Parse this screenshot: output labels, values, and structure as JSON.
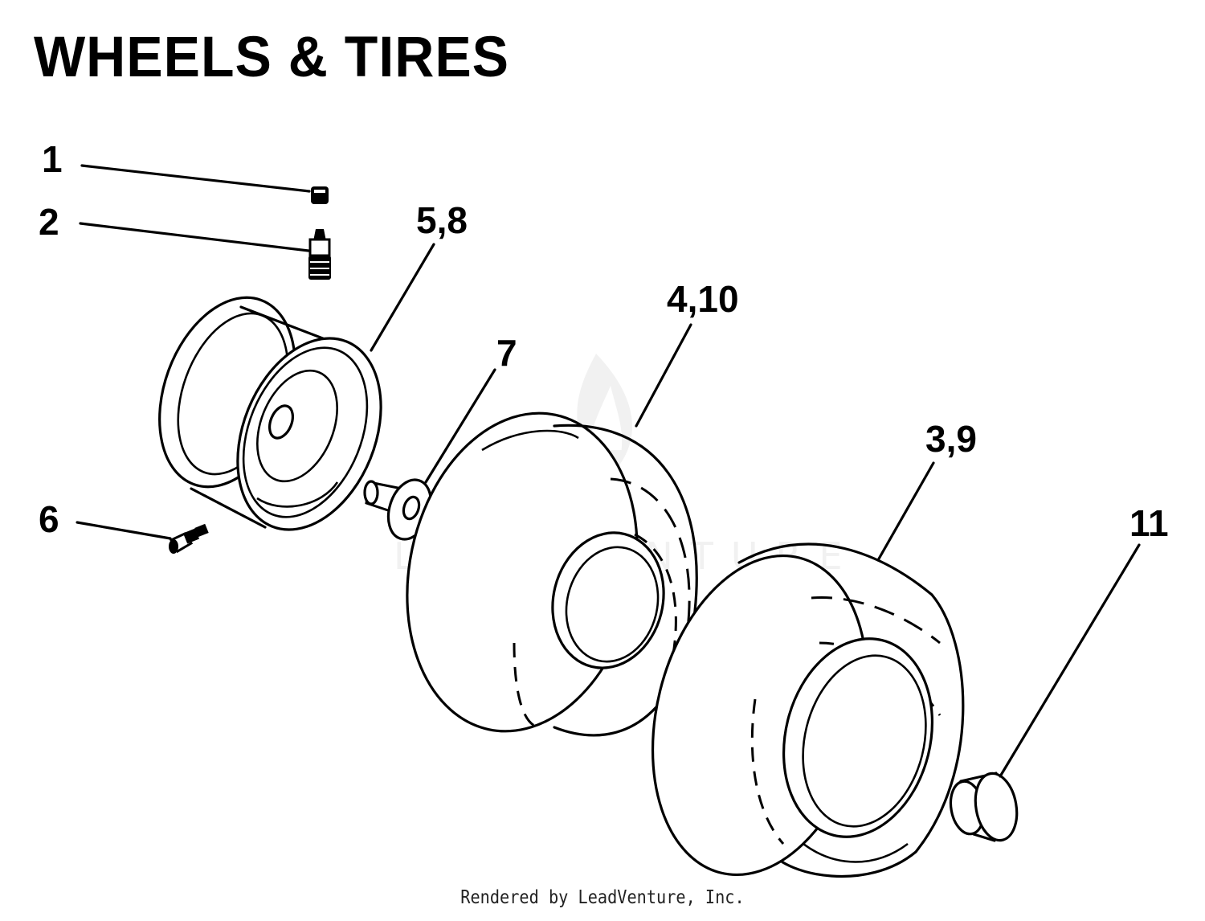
{
  "title": "WHEELS & TIRES",
  "footer": "Rendered by LeadVenture, Inc.",
  "watermark": "LEADVENTURE",
  "callouts": [
    {
      "id": "1",
      "label": "1",
      "part": "valve-cap"
    },
    {
      "id": "2",
      "label": "2",
      "part": "valve-stem"
    },
    {
      "id": "5-8",
      "label": "5,8",
      "part": "wheel-rim"
    },
    {
      "id": "6",
      "label": "6",
      "part": "grease-fitting"
    },
    {
      "id": "7",
      "label": "7",
      "part": "bearing-bushing"
    },
    {
      "id": "4-10",
      "label": "4,10",
      "part": "front-tire"
    },
    {
      "id": "3-9",
      "label": "3,9",
      "part": "rear-tire"
    },
    {
      "id": "11",
      "label": "11",
      "part": "hub-cap"
    }
  ],
  "colors": {
    "ink": "#000000",
    "watermark": "#d9d9d9"
  }
}
